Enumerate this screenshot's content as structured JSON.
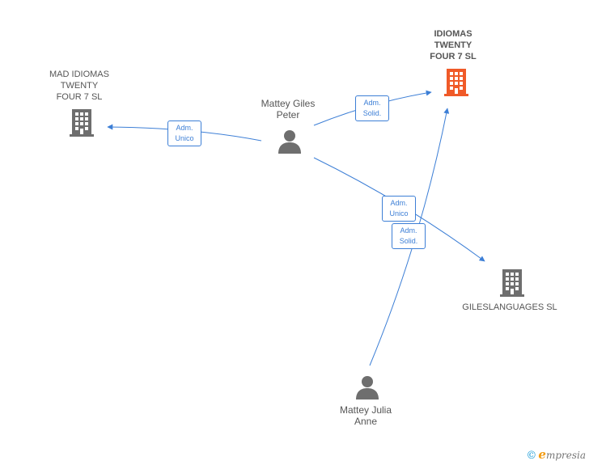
{
  "colors": {
    "edge": "#3d7fd6",
    "company": "#6e6e6e",
    "focus_company": "#f05a28",
    "person": "#6e6e6e"
  },
  "nodes": {
    "idiomas_twenty": {
      "label": "IDIOMAS\nTWENTY\nFOUR 7 SL",
      "icon": "building-icon"
    },
    "mad_idiomas": {
      "label": "MAD IDIOMAS\nTWENTY\nFOUR 7 SL",
      "icon": "building-icon"
    },
    "mattey_giles": {
      "label": "Mattey Giles\nPeter",
      "icon": "person-icon"
    },
    "gileslanguages": {
      "label": "GILESLANGUAGES SL",
      "icon": "building-icon"
    },
    "mattey_julia": {
      "label": "Mattey Julia\nAnne",
      "icon": "person-icon"
    }
  },
  "edges": [
    {
      "from": "mattey_giles",
      "to": "mad_idiomas",
      "label": "Adm.\nUnico"
    },
    {
      "from": "mattey_giles",
      "to": "idiomas_twenty",
      "label": "Adm.\nSolid."
    },
    {
      "from": "mattey_giles",
      "to": "gileslanguages",
      "label": "Adm.\nUnico"
    },
    {
      "from": "mattey_julia",
      "to": "idiomas_twenty",
      "label": "Adm.\nSolid."
    }
  ],
  "footer": {
    "copyright": "©",
    "brand": "mpresia",
    "brand_initial": "e"
  }
}
